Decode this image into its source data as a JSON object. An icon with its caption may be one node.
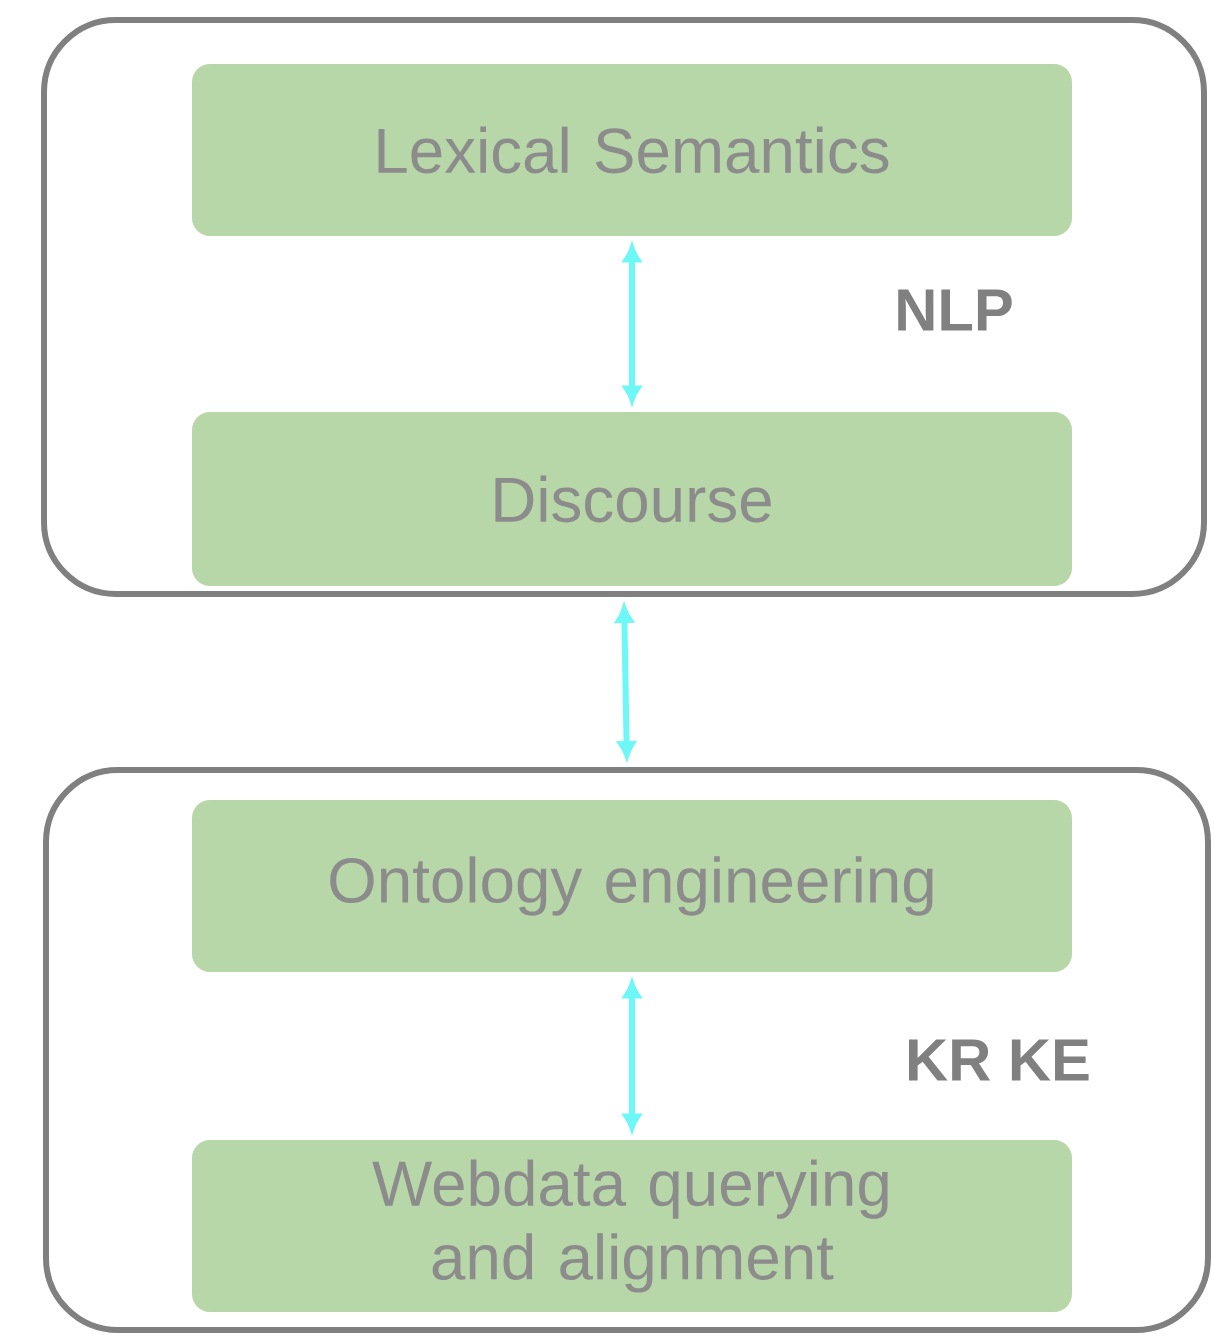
{
  "diagram": {
    "nodes": [
      {
        "text": [
          "NLP"
        ]
      },
      {
        "text": [
          "Lexical Semantics"
        ],
        "in": 0
      },
      {
        "text": [
          "Discourse"
        ],
        "in": 0
      },
      {
        "text": [
          "KR KE"
        ]
      },
      {
        "text": [
          "Ontology engineering"
        ],
        "in": 3
      },
      {
        "text": [
          "Webdata querying and alignment"
        ],
        "in": 3
      }
    ],
    "edges": [
      {
        "from": 1,
        "to": 2,
        "arrow": "both"
      },
      {
        "from": 0,
        "to": 3,
        "arrow": "both"
      },
      {
        "from": 4,
        "to": 5,
        "arrow": "both"
      }
    ]
  }
}
